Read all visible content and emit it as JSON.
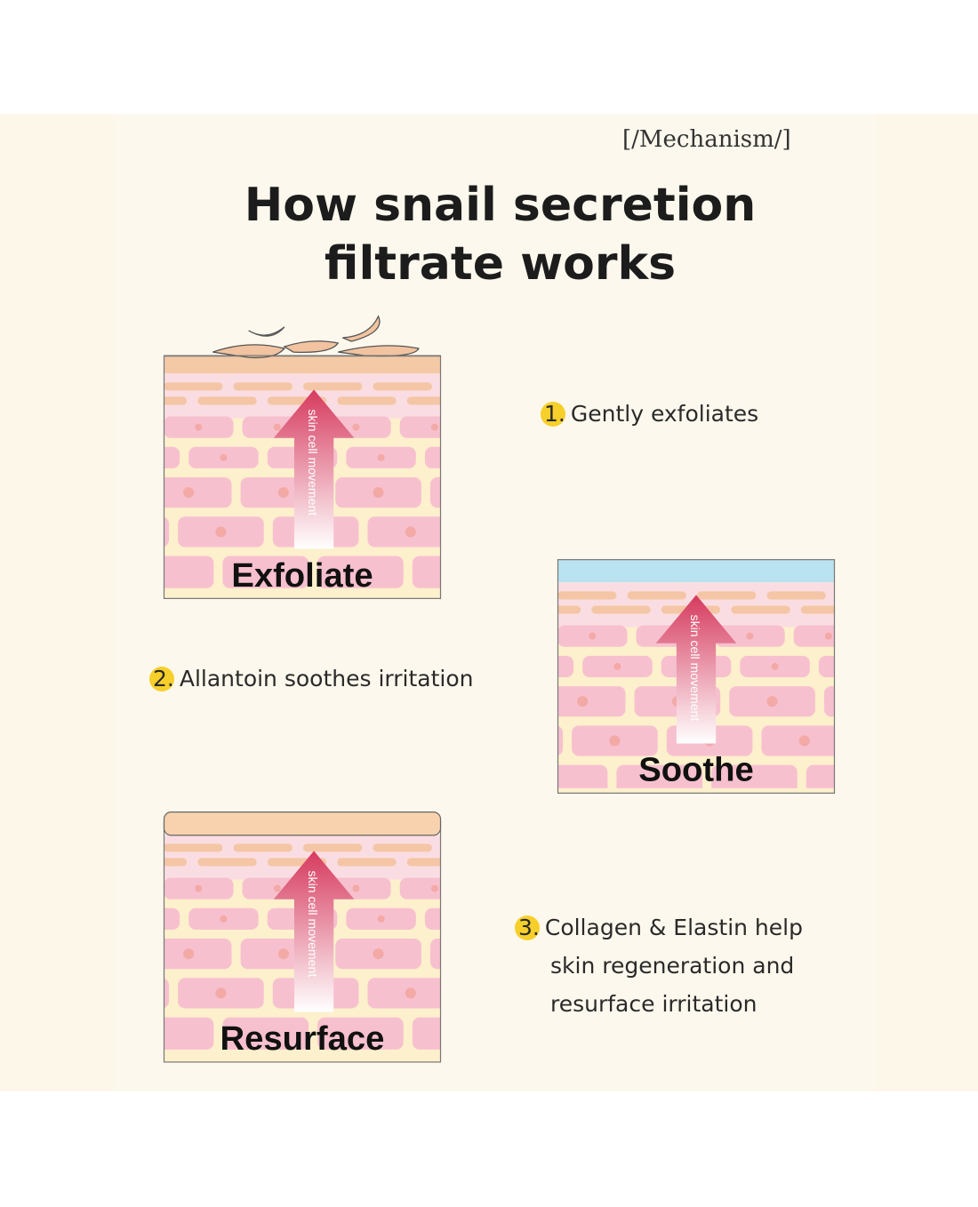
{
  "tag": "[/Mechanism/]",
  "title_line1": "How snail secretion",
  "title_line2": "filtrate works",
  "arrow_text": "skin cell movement",
  "panels": {
    "exfoliate": "Exfoliate",
    "soothe": "Soothe",
    "resurface": "Resurface"
  },
  "steps": [
    {
      "num": "1.",
      "lines": [
        "Gently exfoliates"
      ]
    },
    {
      "num": "2.",
      "lines": [
        "Allantoin soothes irritation"
      ]
    },
    {
      "num": "3.",
      "lines": [
        "Collagen & Elastin help",
        "skin regeneration and",
        "resurface irritation"
      ]
    }
  ],
  "colors": {
    "badge": "#f7cf2a",
    "arrow": "#d63a5e",
    "cell": "#f7c0cf",
    "peach": "#f3c9a6",
    "water": "#b9e3f0"
  }
}
